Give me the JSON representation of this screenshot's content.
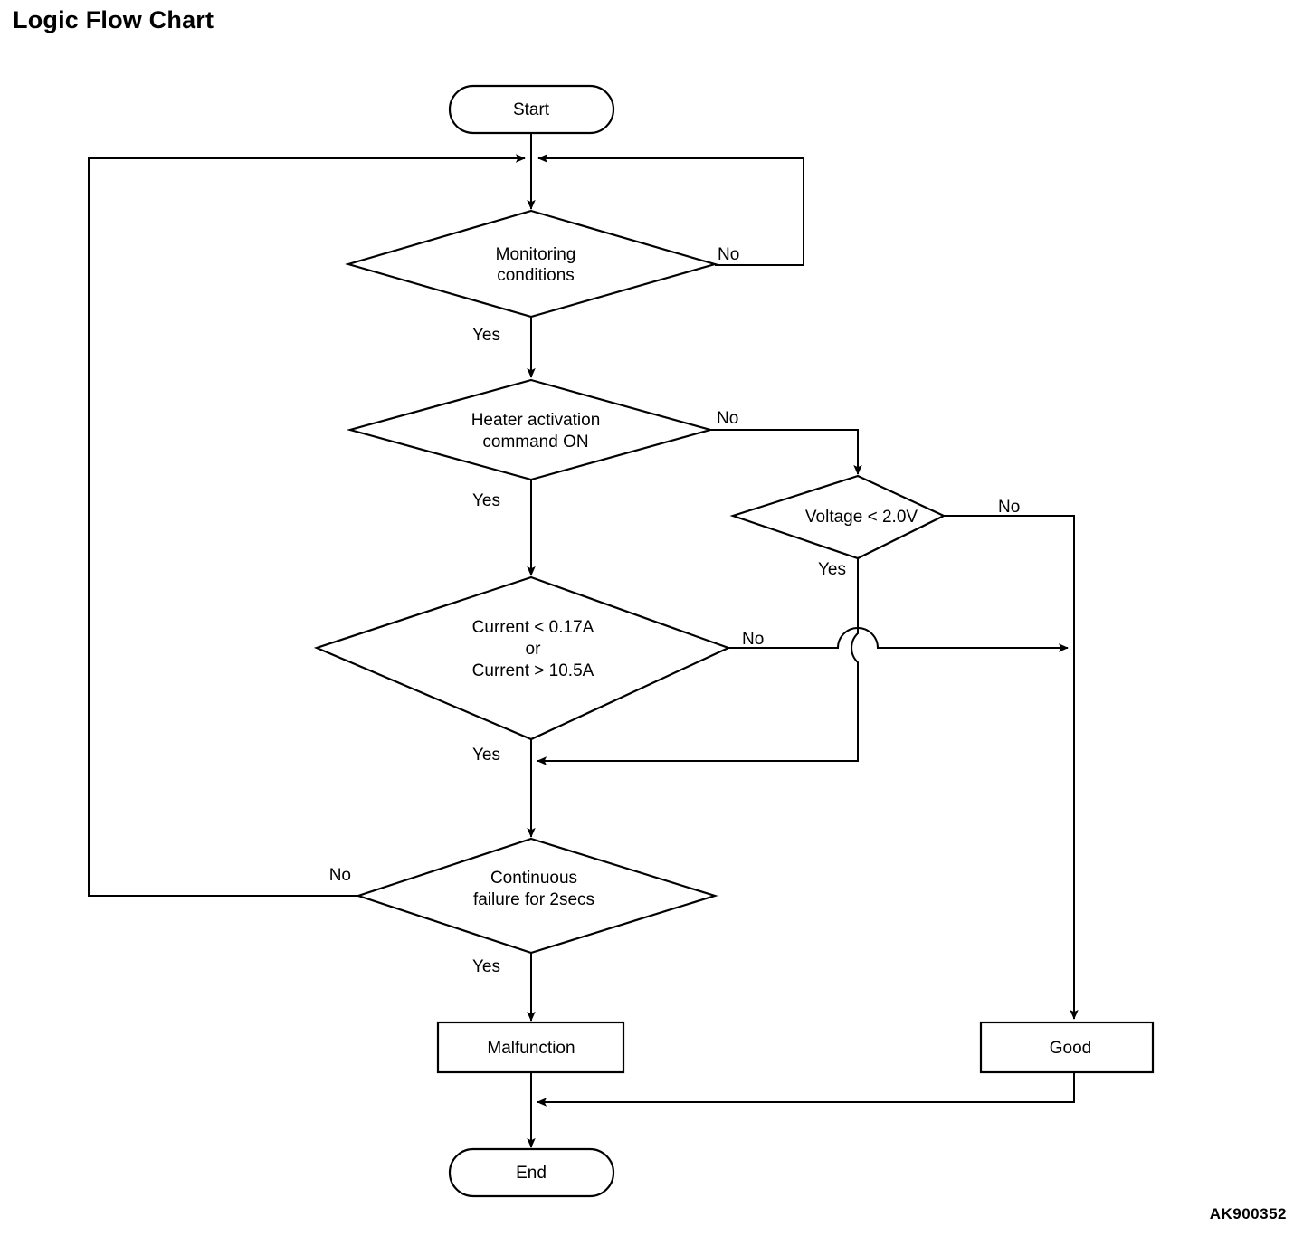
{
  "page": {
    "title": "Logic Flow Chart",
    "watermark": "AK900352",
    "background_color": "#ffffff",
    "line_color": "#000000"
  },
  "chart_data": {
    "type": "flowchart",
    "title": "Logic Flow Chart",
    "nodes": [
      {
        "id": "start",
        "shape": "terminator",
        "text": "Start"
      },
      {
        "id": "monitoring",
        "shape": "decision",
        "text": "Monitoring conditions",
        "lines": [
          "Monitoring",
          "conditions"
        ]
      },
      {
        "id": "heater",
        "shape": "decision",
        "text": "Heater activation command ON",
        "lines": [
          "Heater activation",
          "command ON"
        ]
      },
      {
        "id": "voltage",
        "shape": "decision",
        "text": "Voltage < 2.0V",
        "lines": [
          "Voltage < 2.0V"
        ]
      },
      {
        "id": "current",
        "shape": "decision",
        "text": "Current < 0.17A or Current > 10.5A",
        "lines": [
          "Current < 0.17A",
          "or",
          "Current > 10.5A"
        ]
      },
      {
        "id": "continuous",
        "shape": "decision",
        "text": "Continuous failure for 2secs",
        "lines": [
          "Continuous",
          "failure for 2secs"
        ]
      },
      {
        "id": "malfunction",
        "shape": "process",
        "text": "Malfunction"
      },
      {
        "id": "good",
        "shape": "process",
        "text": "Good"
      },
      {
        "id": "end",
        "shape": "terminator",
        "text": "End"
      }
    ],
    "edges": [
      {
        "from": "start",
        "to": "monitoring",
        "label": ""
      },
      {
        "from": "monitoring",
        "to": "heater",
        "label": "Yes"
      },
      {
        "from": "monitoring",
        "to": "monitoring",
        "label": "No"
      },
      {
        "from": "heater",
        "to": "current",
        "label": "Yes"
      },
      {
        "from": "heater",
        "to": "voltage",
        "label": "No"
      },
      {
        "from": "voltage",
        "to": "continuous",
        "label": "Yes"
      },
      {
        "from": "voltage",
        "to": "good",
        "label": "No"
      },
      {
        "from": "current",
        "to": "continuous",
        "label": "Yes"
      },
      {
        "from": "current",
        "to": "good",
        "label": "No"
      },
      {
        "from": "continuous",
        "to": "malfunction",
        "label": "Yes"
      },
      {
        "from": "continuous",
        "to": "monitoring",
        "label": "No"
      },
      {
        "from": "malfunction",
        "to": "end",
        "label": ""
      },
      {
        "from": "good",
        "to": "end",
        "label": ""
      }
    ]
  },
  "nodes": {
    "start": {
      "label": "Start"
    },
    "monitoring": {
      "line1": "Monitoring",
      "line2": "conditions"
    },
    "heater": {
      "line1": "Heater activation",
      "line2": "command ON"
    },
    "voltage": {
      "line1": "Voltage < 2.0V"
    },
    "current": {
      "line1": "Current < 0.17A",
      "line2": "or",
      "line3": "Current > 10.5A"
    },
    "continuous": {
      "line1": "Continuous",
      "line2": "failure for 2secs"
    },
    "malfunction": {
      "label": "Malfunction"
    },
    "good": {
      "label": "Good"
    },
    "end": {
      "label": "End"
    }
  },
  "edge_labels": {
    "monitoring_no": "No",
    "monitoring_yes": "Yes",
    "heater_no": "No",
    "heater_yes": "Yes",
    "voltage_no": "No",
    "voltage_yes": "Yes",
    "current_no": "No",
    "current_yes": "Yes",
    "continuous_no": "No",
    "continuous_yes": "Yes"
  }
}
